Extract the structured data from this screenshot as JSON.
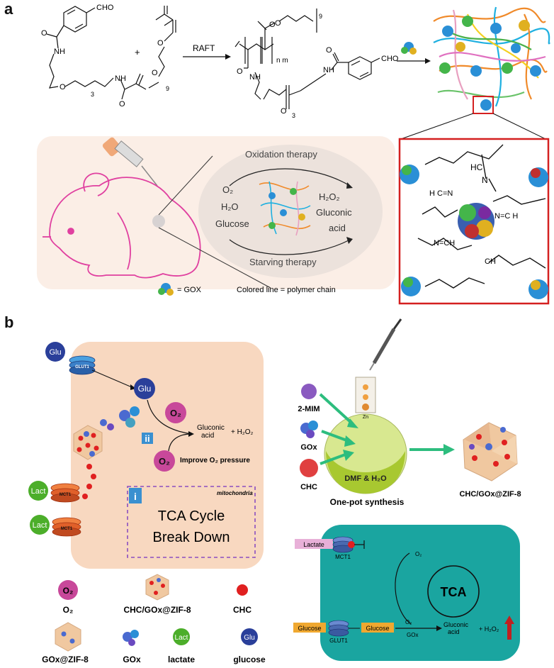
{
  "panel_a": {
    "label": "a",
    "reaction": {
      "cho": "CHO",
      "nh": "NH",
      "o": "O",
      "sub3": "3",
      "sub9": "9",
      "plus": "+",
      "raft": "RAFT",
      "nm": "n m",
      "cho_product": "CHO"
    },
    "mouse_scheme": {
      "oxidation": "Oxidation therapy",
      "starving": "Starving therapy",
      "reactant_o2": "O₂",
      "reactant_h2o": "H₂O",
      "reactant_glucose": "Glucose",
      "product_h2o2": "H₂O₂",
      "product_gluconic_1": "Gluconic",
      "product_gluconic_2": "acid"
    },
    "zoom_labels": {
      "hc": "HC",
      "n1": "N",
      "hcn": "H C=N",
      "n_eq_c_h": "N=C H",
      "n_eq_ch": "N=CH",
      "ch_lower": "CH"
    },
    "legend": {
      "gox": "= GOX",
      "colored_line": "Colored line = polymer chain"
    }
  },
  "panel_b": {
    "label": "b",
    "cell": {
      "glu_outside": "Glu",
      "glut1": "GLUT1",
      "glu_inside": "Glu",
      "o2_a": "O₂",
      "o2_b": "O₂",
      "gluconic": "Gluconic\nacid",
      "gluconic_1": "Gluconic",
      "gluconic_2": "acid",
      "plus_h2o2": "+  H₂O₂",
      "marker_ii": "ii",
      "improve": "Improve O₂ pressure",
      "marker_i": "i",
      "mitochondria": "mitochondria",
      "tca_1": "TCA Cycle",
      "tca_2": "Break Down",
      "lact_a": "Lact",
      "mct1_a": "MCT1",
      "lact_b": "Lact",
      "mct1_b": "MCT1"
    },
    "synthesis": {
      "mim": "2-MIM",
      "gox": "GOx",
      "chc": "CHC",
      "zn": "Zn",
      "flask": "DMF & H₂O",
      "onepot": "One-pot synthesis",
      "product": "CHC/GOx@ZIF-8"
    },
    "legend": {
      "o2_icon": "O₂",
      "o2": "O₂",
      "chc_gox": "CHC/GOx@ZIF-8",
      "chc": "CHC",
      "gox_zif": "GOx@ZIF-8",
      "gox": "GOx",
      "lact_icon": "Lact",
      "lactate": "lactate",
      "glu_icon": "Glu",
      "glucose": "glucose"
    },
    "teal_cell": {
      "lactate": "Lactate",
      "mct1": "MCT1",
      "o2": "O₂",
      "tca": "TCA",
      "glucose_out": "Glucose",
      "glut1": "GLUT1",
      "glucose_in": "Glucose",
      "o2_b": "O₂",
      "gox": "GOx",
      "gluconic_1": "Gluconic",
      "gluconic_2": "acid",
      "h2o2": "+ H₂O₂"
    }
  },
  "colors": {
    "cell_fill": "#f8d8c0",
    "mouse_bg": "#fbeee6",
    "mouse_line": "#e040a0",
    "teal": "#1aa5a0",
    "red_box": "#d42020",
    "o2_pink": "#c8489a",
    "glu_blue": "#2a3f9a",
    "lact_green": "#4cae2a",
    "mct_orange": "#e0602a",
    "green_arrow": "#2dbd7e",
    "dashed_purple": "#8a4ec0"
  }
}
